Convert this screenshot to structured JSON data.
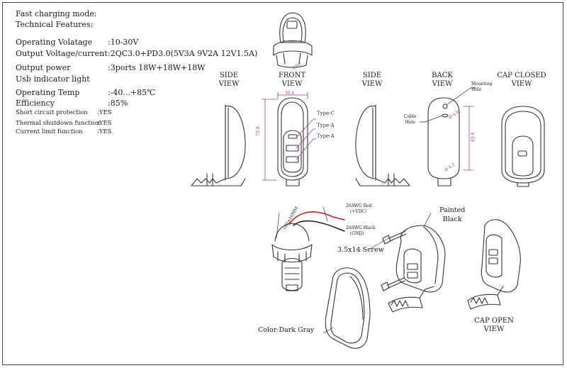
{
  "specs": {
    "heading1": "Fast charging mode:",
    "heading2": "Technical Features:",
    "rows": [
      {
        "label": "Operating Volatage",
        "value": ":10-30V"
      },
      {
        "label": "Output Voltage/current",
        "value": ":2QC3.0+PD3.0(5V3A 9V2A 12V1.5A)"
      },
      {
        "label": "Output power",
        "value": ":3ports 18W+18W+18W"
      },
      {
        "label": "Usb indicator light",
        "value": ""
      },
      {
        "label": "Operating Temp",
        "value": ":-40...+85℃"
      },
      {
        "label": "Efficiency",
        "value": ":85%"
      }
    ],
    "small_rows": [
      {
        "label": "Short circuit protection",
        "value": ":YES"
      },
      {
        "label": "Thermal shutdown function",
        "value": ":YES"
      },
      {
        "label": "Current limit function",
        "value": ":YES"
      }
    ]
  },
  "views": {
    "side1": [
      "SIDE",
      "VIEW"
    ],
    "front": [
      "FRONT",
      "VIEW"
    ],
    "side2": [
      "SIDE",
      "VIEW"
    ],
    "back": [
      "BACK",
      "VIEW"
    ],
    "cap_closed": [
      "CAP CLOSED",
      "VIEW"
    ],
    "cap_open": [
      "CAP OPEN",
      "VIEW"
    ]
  },
  "callouts": {
    "type_c": "Type-C",
    "type_a1": "Type-A",
    "type_a2": "Type-A",
    "mounting_hole": [
      "Mounting",
      "Hole"
    ],
    "cable_hole": [
      "Cable",
      "Hole"
    ],
    "wire_red": [
      "20AWG Red",
      "(+VDC)"
    ],
    "wire_black": [
      "20AWG Black",
      "(GND)"
    ],
    "wire_len": "160±10MM",
    "screw": "3.5x14 Screw",
    "painted": [
      "Painted",
      "Black"
    ],
    "color": "Color:Dark Gray"
  },
  "dims": {
    "front_width": "36.4",
    "front_height": "73.9",
    "back_height": "63.4",
    "back_top": "Ø 4.8",
    "back_bottom": "Ø 4.2",
    "top_label": "EPC"
  },
  "colors": {
    "line": "#333333",
    "dim": "#a0408f",
    "wire_red": "#cc2222",
    "wire_black": "#222222"
  }
}
